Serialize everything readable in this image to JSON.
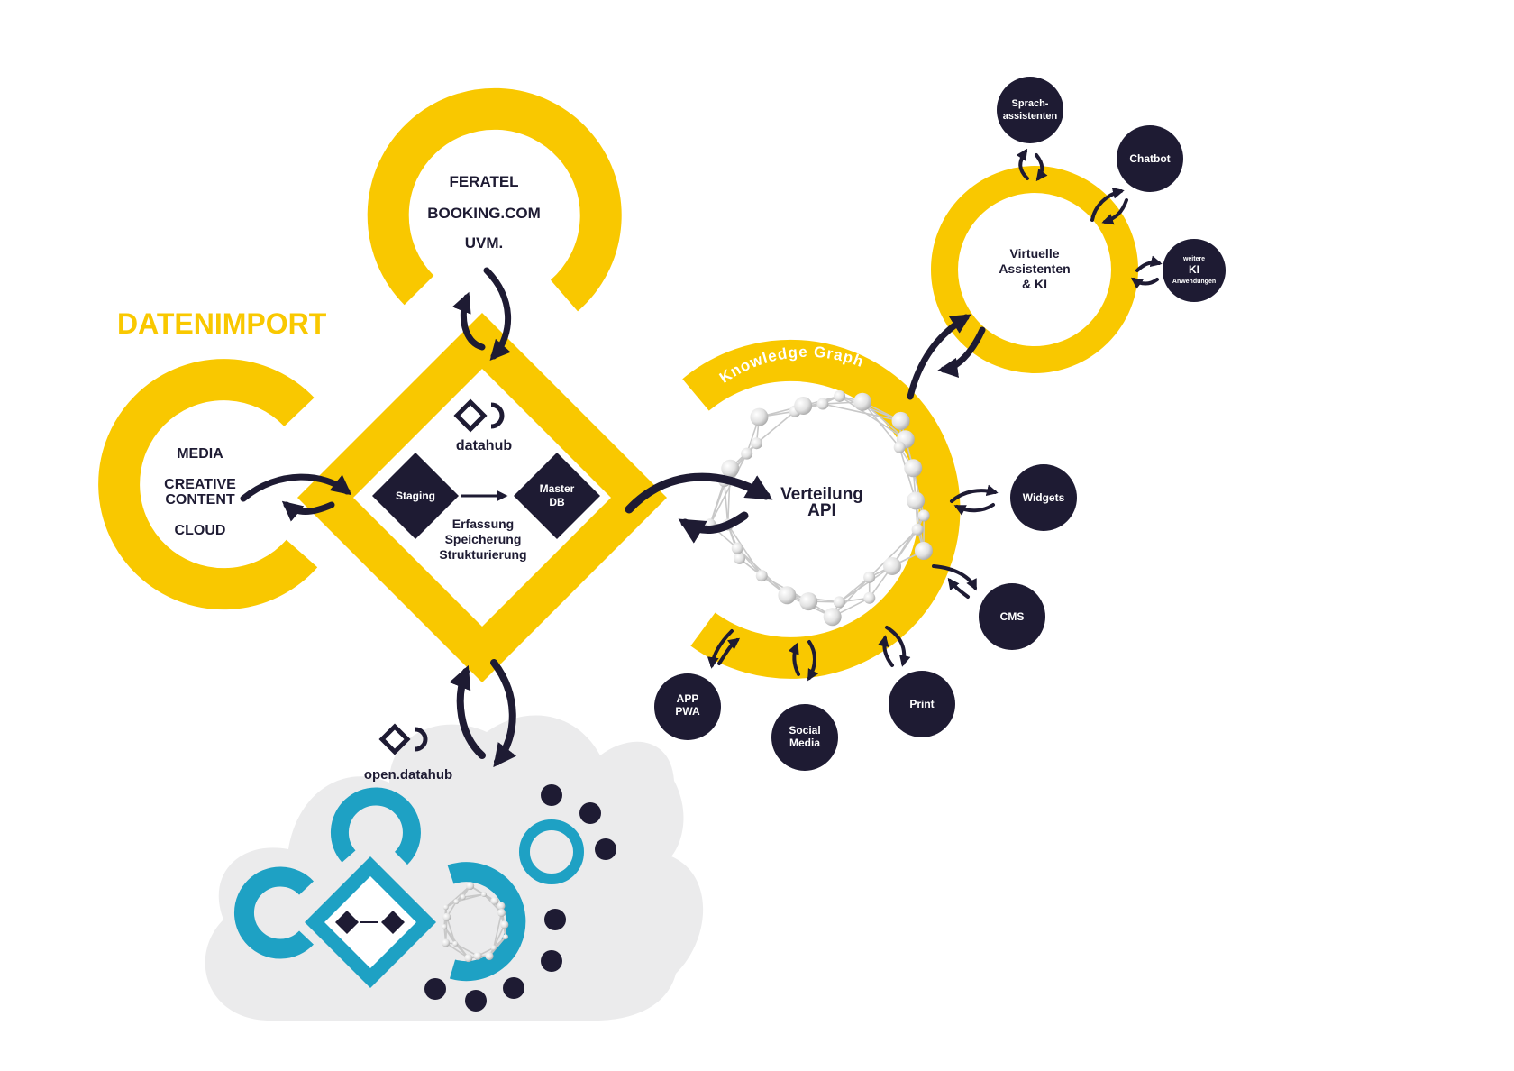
{
  "colors": {
    "yellow": "#f9c800",
    "navy": "#1e1b33",
    "teal": "#1ea1c4",
    "cloud": "#ebebec",
    "white": "#ffffff"
  },
  "section_title": "DATENIMPORT",
  "sources_top": [
    "FERATEL",
    "BOOKING.COM",
    "UVM."
  ],
  "sources_left": {
    "media": "MEDIA",
    "creative_1": "CREATIVE",
    "creative_2": "CONTENT",
    "cloud": "CLOUD"
  },
  "datahub": {
    "logo_label": "datahub",
    "staging": "Staging",
    "master_1": "Master",
    "master_2": "DB",
    "process": [
      "Erfassung",
      "Speicherung",
      "Strukturierung"
    ]
  },
  "knowledge_graph": {
    "arc_label": "Knowledge Graph",
    "center_1": "Verteilung",
    "center_2": "API"
  },
  "assistants": {
    "line_1": "Virtuelle",
    "line_2": "Assistenten",
    "line_3": "& KI"
  },
  "assistant_outputs": {
    "sprach_1": "Sprach-",
    "sprach_2": "assistenten",
    "chatbot": "Chatbot",
    "weitere_1": "weitere",
    "weitere_2": "KI",
    "weitere_3": "Anwendungen"
  },
  "outputs": {
    "widgets": "Widgets",
    "cms": "CMS",
    "print": "Print",
    "social_1": "Social",
    "social_2": "Media",
    "app_1": "APP",
    "app_2": "PWA"
  },
  "open_datahub": {
    "label": "open.datahub"
  },
  "icons": {
    "datahub_logo": "datahub-logo-icon",
    "open_datahub_logo": "open-datahub-logo-icon",
    "arrows": "bidirectional-arrow-icon",
    "graph": "knowledge-graph-network-icon"
  }
}
